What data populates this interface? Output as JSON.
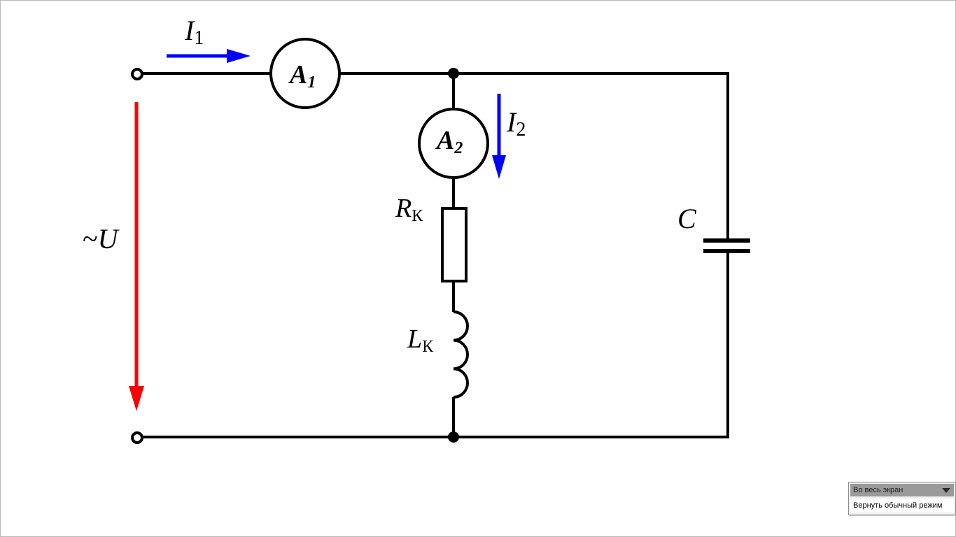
{
  "diagram": {
    "labels": {
      "i1_main": "I",
      "i1_sub": "1",
      "i2_main": "I",
      "i2_sub": "2",
      "a1_main": "A",
      "a1_sub": "1",
      "a2_main": "A",
      "a2_sub": "2",
      "rk_main": "R",
      "rk_sub": "К",
      "lk_main": "L",
      "lk_sub": "К",
      "c": "C",
      "u_tilde": "~",
      "u_main": "U"
    },
    "colors": {
      "wire": "#000000",
      "current_arrow": "#0000ff",
      "voltage_arrow": "#ff0000"
    }
  },
  "fullscreen_toolbar": {
    "mode_label": "Во весь экран",
    "restore_label": "Вернуть обычный режим"
  }
}
